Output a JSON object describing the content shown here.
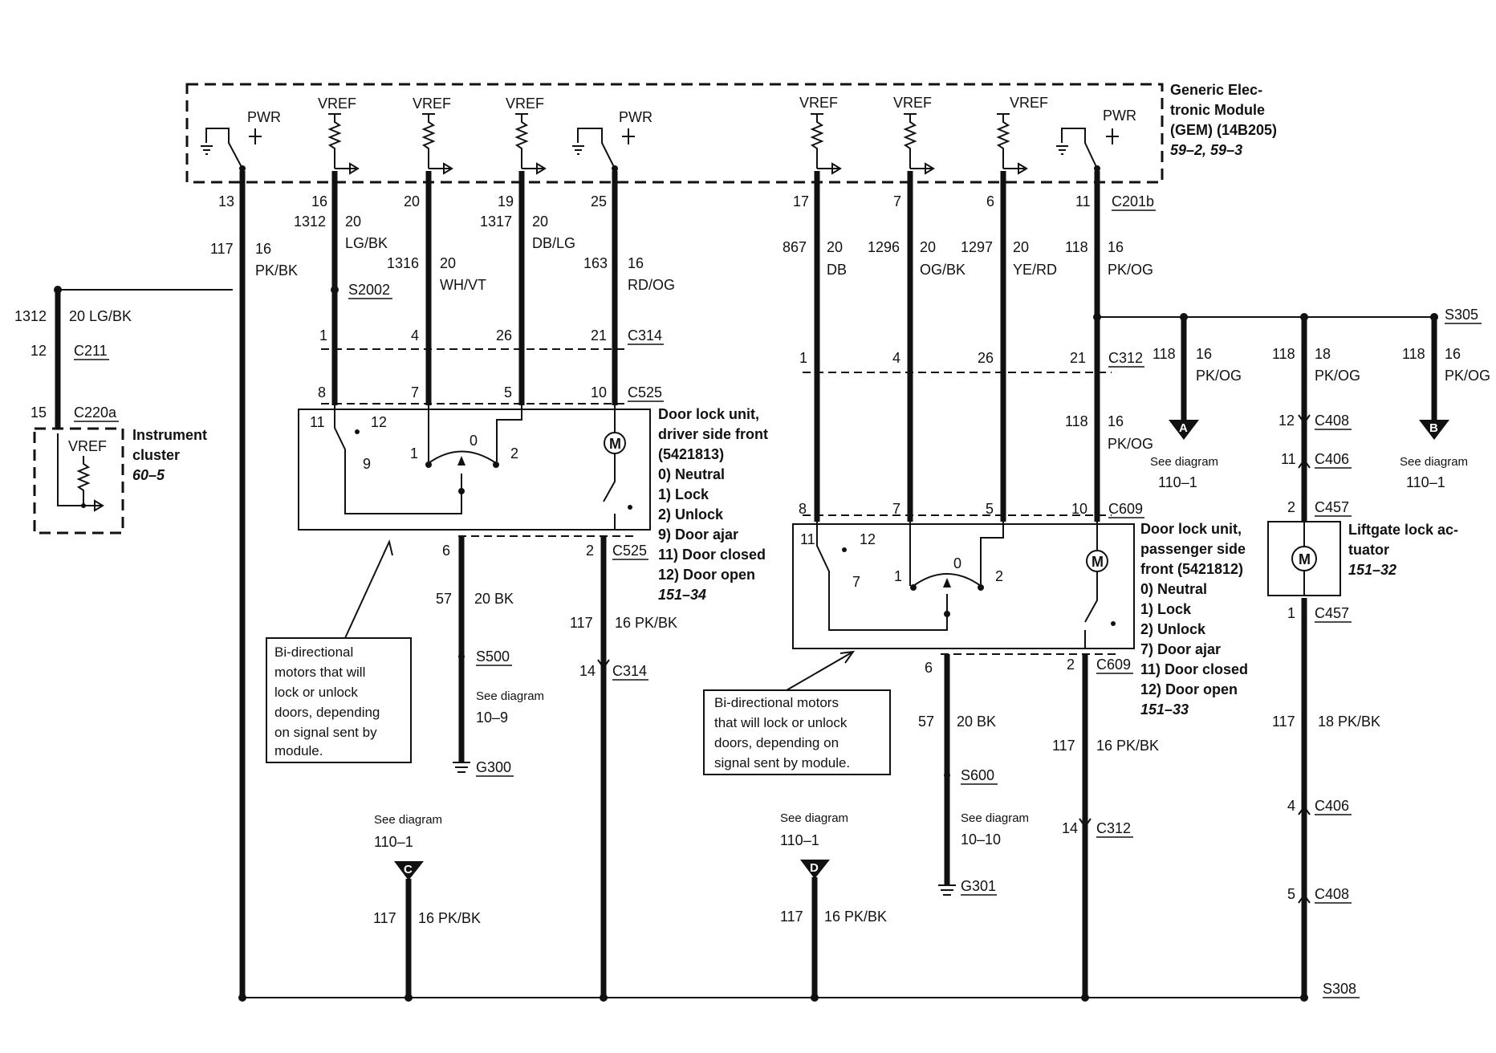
{
  "gem": {
    "title_lines": [
      "Generic Elec-",
      "tronic Module",
      "(GEM) (14B205)"
    ],
    "ref": "59–2, 59–3",
    "pwr": "PWR",
    "vref": "VREF",
    "connector": "C201b"
  },
  "instrument_cluster": {
    "title_lines": [
      "Instrument",
      "cluster"
    ],
    "ref": "60–5",
    "vref": "VREF",
    "wire_circuit": "1312",
    "wire_label": "20 LG/BK",
    "pin_a": "12",
    "conn_a": "C211",
    "pin_b": "15",
    "conn_b": "C220a"
  },
  "left_pins": {
    "p13": "13",
    "p16": "16",
    "p20": "20",
    "p19": "19",
    "p25": "25",
    "c117": "117",
    "g117": "16",
    "col117": "PK/BK",
    "c1312": "1312",
    "g1312": "20",
    "col1312": "LG/BK",
    "c1316": "1316",
    "g1316": "20",
    "col1316": "WH/VT",
    "c1317": "1317",
    "g1317": "20",
    "col1317": "DB/LG",
    "c163": "163",
    "g163": "16",
    "col163": "RD/OG",
    "splice": "S2002"
  },
  "right_pins": {
    "p17": "17",
    "p7": "7",
    "p6": "6",
    "p11": "11",
    "c867": "867",
    "g867": "20",
    "col867": "DB",
    "c1296": "1296",
    "g1296": "20",
    "col1296": "OG/BK",
    "c1297": "1297",
    "g1297": "20",
    "col1297": "YE/RD",
    "c118": "118",
    "g118": "16",
    "col118": "PK/OG"
  },
  "c314_row": {
    "p1": "1",
    "p4": "4",
    "p26": "26",
    "p21": "21",
    "name": "C314"
  },
  "c525_row": {
    "p8": "8",
    "p7": "7",
    "p5": "5",
    "p10": "10",
    "name": "C525"
  },
  "c312_row": {
    "p1": "1",
    "p4": "4",
    "p26": "26",
    "p21": "21",
    "name": "C312"
  },
  "c609_row": {
    "p8": "8",
    "p7": "7",
    "p5": "5",
    "p10": "10",
    "name": "C609"
  },
  "driver_unit": {
    "title_lines": [
      "Door lock unit,",
      "driver side front",
      "(5421813)"
    ],
    "states": [
      "0)   Neutral",
      "1)   Lock",
      "2)   Unlock",
      "9)   Door ajar",
      "11)  Door closed",
      "12)  Door open"
    ],
    "ref": "151–34",
    "sw": {
      "a": "11",
      "b": "12",
      "c": "9",
      "d": "1",
      "e": "0",
      "f": "2"
    },
    "motor": "M"
  },
  "passenger_unit": {
    "title_lines": [
      "Door lock unit,",
      "passenger side",
      "front (5421812)"
    ],
    "states": [
      "0)   Neutral",
      "1)   Lock",
      "2)   Unlock",
      "7)   Door ajar",
      "11)  Door closed",
      "12)  Door open"
    ],
    "ref": "151–33",
    "sw": {
      "a": "11",
      "b": "12",
      "c": "7",
      "d": "1",
      "e": "0",
      "f": "2"
    },
    "motor": "M"
  },
  "liftgate": {
    "title_lines": [
      "Liftgate lock ac-",
      "tuator"
    ],
    "ref": "151–32",
    "motor": "M",
    "top_circuit": "118",
    "top_gauge": "18",
    "top_color": "PK/OG",
    "p12": "12",
    "c408a": "C408",
    "p11": "11",
    "c406a": "C406",
    "p2": "2",
    "c457a": "C457",
    "p1": "1",
    "c457b": "C457",
    "bot_circuit": "117",
    "bot_label": "18 PK/BK",
    "p4": "4",
    "c406b": "C406",
    "p5": "5",
    "c408b": "C408"
  },
  "s305": {
    "name": "S305",
    "a_circuit": "118",
    "a_gauge": "16",
    "a_color": "PK/OG",
    "a_letter": "A",
    "b_circuit": "118",
    "b_gauge": "16",
    "b_color": "PK/OG",
    "b_letter": "B",
    "see": "See diagram",
    "ref": "110–1",
    "mid_circuit": "118",
    "mid_gauge": "16",
    "mid_color": "PK/OG"
  },
  "driver_lower": {
    "p6": "6",
    "p2": "2",
    "c525": "C525",
    "gnd_circuit": "57",
    "gnd_label": "20 BK",
    "splice": "S500",
    "see": "See diagram",
    "see_ref": "10–9",
    "ground": "G300",
    "pwr_circuit": "117",
    "pwr_label": "16 PK/BK",
    "p14": "14",
    "c314": "C314"
  },
  "passenger_lower": {
    "p6": "6",
    "p2": "2",
    "c609": "C609",
    "gnd_circuit": "57",
    "gnd_label": "20 BK",
    "splice": "S600",
    "see": "See diagram",
    "see_ref": "10–10",
    "ground": "G301",
    "pwr_circuit": "117",
    "pwr_label": "16 PK/BK",
    "p14": "14",
    "c312": "C312"
  },
  "callout_left": [
    "Bi-directional",
    "motors that will",
    "lock or unlock",
    "doors, depending",
    "on signal sent by",
    "module."
  ],
  "callout_right": [
    "Bi-directional motors",
    "that will lock or unlock",
    "doors, depending on",
    "signal sent by module."
  ],
  "connector_c": {
    "see": "See diagram",
    "ref": "110–1",
    "letter": "C",
    "circuit": "117",
    "label": "16 PK/BK"
  },
  "connector_d": {
    "see": "See diagram",
    "ref": "110–1",
    "letter": "D",
    "circuit": "117",
    "label": "16 PK/BK"
  },
  "bottom_splice": "S308"
}
